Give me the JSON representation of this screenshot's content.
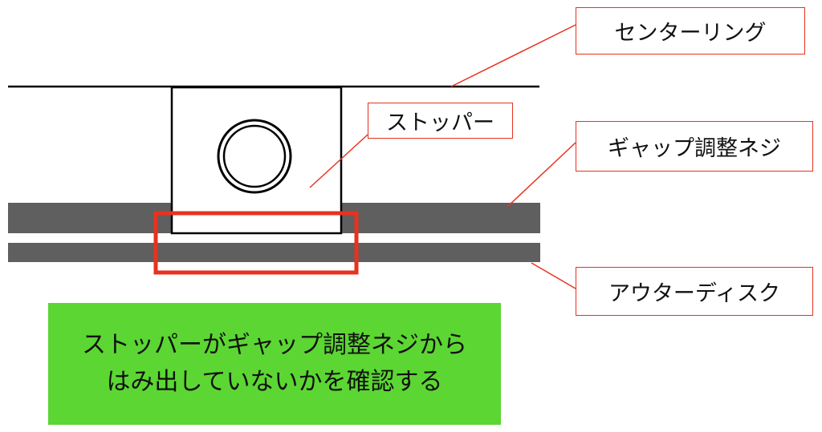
{
  "labels": {
    "centering": "センターリング",
    "stopper": "ストッパー",
    "gap_screw": "ギャップ調整ネジ",
    "outer_disk": "アウターディスク"
  },
  "note": {
    "line1": "ストッパーがギャップ調整ネジから",
    "line2": "はみ出していないかを確認する"
  },
  "colors": {
    "callout_border": "#e8311f",
    "highlight": "#e8311f",
    "disk": "#5f5f5f",
    "note_bg": "#5cd633"
  }
}
